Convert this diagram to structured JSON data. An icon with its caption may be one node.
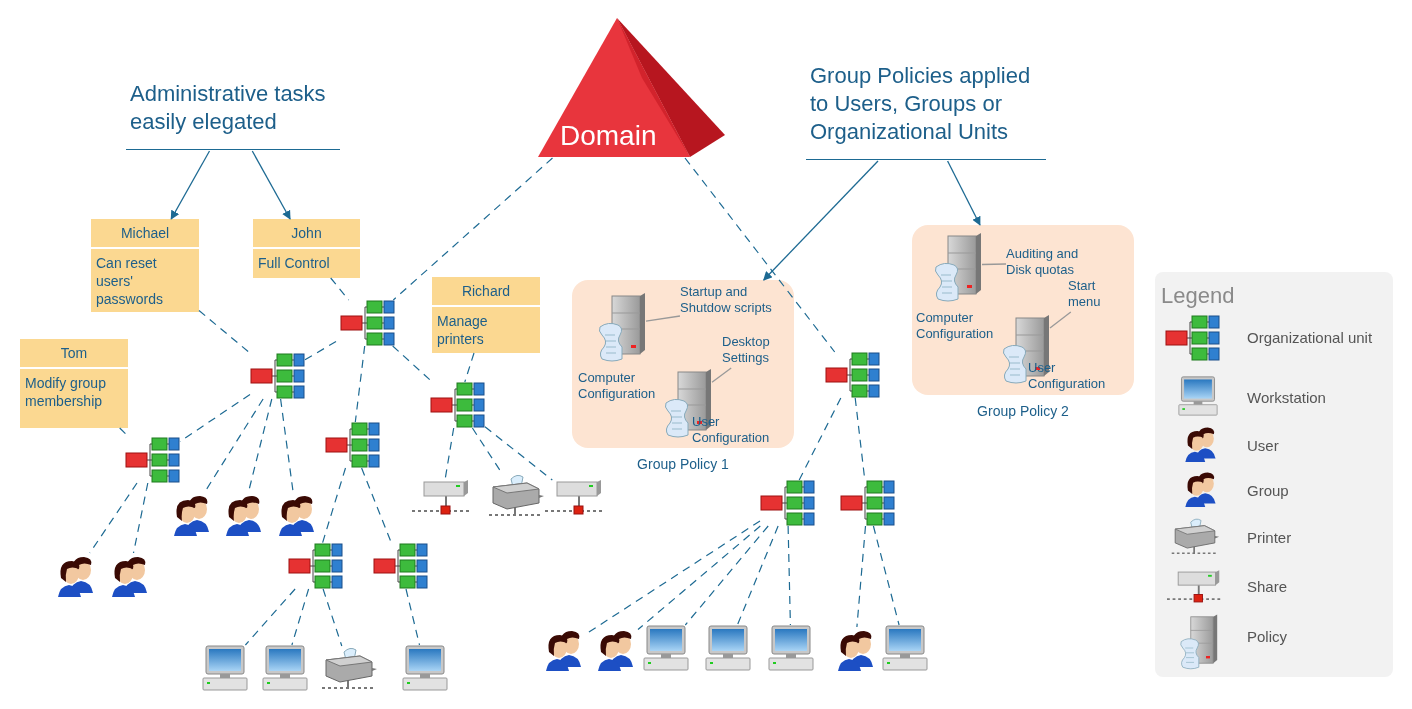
{
  "diagram": {
    "nodes": [
      {
        "text": [
          "Domain"
        ]
      },
      {
        "text": [
          "Administrative tasks easily elegated"
        ]
      },
      {
        "text": [
          "Group Policies applied to Users, Groups or Organizational Units"
        ]
      },
      {
        "text": [
          "Michael",
          "Can reset users' passwords"
        ]
      },
      {
        "text": [
          "John",
          "Full Control"
        ]
      },
      {
        "text": [
          "Richard",
          "Manage printers"
        ]
      },
      {
        "text": [
          "Tom",
          "Modify group membership"
        ]
      },
      {
        "text": [
          "Group Policy 1"
        ]
      },
      {
        "text": [
          "Computer Configuration"
        ],
        "in": 7
      },
      {
        "text": [
          "Startup and Shutdow scripts"
        ],
        "in": 7
      },
      {
        "text": [
          "User Configuration"
        ],
        "in": 7
      },
      {
        "text": [
          "Desktop Settings"
        ],
        "in": 7
      },
      {
        "text": [
          "Group Policy 2"
        ]
      },
      {
        "text": [
          "Computer Configuration"
        ],
        "in": 12
      },
      {
        "text": [
          "Auditing and Disk quotas"
        ],
        "in": 12
      },
      {
        "text": [
          "User Configuration"
        ],
        "in": 12
      },
      {
        "text": [
          "Start menu"
        ],
        "in": 12
      },
      {
        "text": [],
        "shape": "picture"
      },
      {
        "text": [],
        "shape": "picture"
      },
      {
        "text": [],
        "shape": "picture"
      },
      {
        "text": [],
        "shape": "picture"
      },
      {
        "text": [],
        "shape": "picture"
      },
      {
        "text": [],
        "shape": "picture"
      },
      {
        "text": [],
        "shape": "picture"
      },
      {
        "text": [],
        "shape": "picture"
      },
      {
        "text": [],
        "shape": "picture"
      },
      {
        "text": [],
        "shape": "picture"
      },
      {
        "text": [],
        "shape": "picture"
      },
      {
        "text": [],
        "shape": "picture"
      },
      {
        "text": [],
        "shape": "picture"
      },
      {
        "text": [],
        "shape": "picture"
      },
      {
        "text": [],
        "shape": "picture"
      },
      {
        "text": [],
        "shape": "picture"
      },
      {
        "text": [],
        "shape": "picture"
      },
      {
        "text": [],
        "shape": "picture"
      },
      {
        "text": [],
        "shape": "picture"
      },
      {
        "text": [],
        "shape": "picture"
      },
      {
        "text": [],
        "shape": "picture"
      },
      {
        "text": [],
        "shape": "picture"
      },
      {
        "text": [],
        "shape": "picture"
      },
      {
        "text": [],
        "shape": "picture"
      },
      {
        "text": [],
        "shape": "picture"
      },
      {
        "text": [],
        "shape": "picture"
      },
      {
        "text": [],
        "shape": "picture"
      },
      {
        "text": [],
        "shape": "picture"
      },
      {
        "text": [],
        "shape": "picture"
      }
    ],
    "edges": [
      {
        "from": 1,
        "to": 3,
        "arrow": "to"
      },
      {
        "from": 1,
        "to": 4,
        "arrow": "to"
      },
      {
        "from": 2,
        "to": 7,
        "arrow": "to"
      },
      {
        "from": 2,
        "to": 12,
        "arrow": "to"
      },
      {
        "from": 9,
        "to": 8,
        "arrow": "none",
        "color": "#999999"
      },
      {
        "from": 11,
        "to": 10,
        "arrow": "none",
        "color": "#999999"
      },
      {
        "from": 14,
        "to": 13,
        "arrow": "none",
        "color": "#999999"
      },
      {
        "from": 16,
        "to": 15,
        "arrow": "none",
        "color": "#999999"
      },
      {
        "from": 0,
        "to": 17,
        "arrow": "none",
        "style": "dashed"
      },
      {
        "from": 0,
        "to": 24,
        "arrow": "none",
        "style": "dashed"
      },
      {
        "from": 3,
        "to": 18,
        "arrow": "none",
        "style": "dashed"
      },
      {
        "from": 4,
        "to": 17,
        "arrow": "none",
        "style": "dashed"
      },
      {
        "from": 18,
        "to": 17,
        "arrow": "none",
        "style": "dashed"
      },
      {
        "from": 6,
        "to": 19,
        "arrow": "none",
        "style": "dashed"
      },
      {
        "from": 18,
        "to": 19,
        "arrow": "none",
        "style": "dashed"
      },
      {
        "from": 18,
        "to": 29,
        "arrow": "none",
        "style": "dashed"
      },
      {
        "from": 18,
        "to": 30,
        "arrow": "none",
        "style": "dashed"
      },
      {
        "from": 18,
        "to": 31,
        "arrow": "none",
        "style": "dashed"
      },
      {
        "from": 19,
        "to": 27,
        "arrow": "none",
        "style": "dashed"
      },
      {
        "from": 19,
        "to": 28,
        "arrow": "none",
        "style": "dashed"
      },
      {
        "from": 17,
        "to": 20,
        "arrow": "none",
        "style": "dashed"
      },
      {
        "from": 17,
        "to": 21,
        "arrow": "none",
        "style": "dashed"
      },
      {
        "from": 5,
        "to": 21,
        "arrow": "none",
        "style": "dashed"
      },
      {
        "from": 21,
        "to": 32,
        "arrow": "none",
        "style": "dashed"
      },
      {
        "from": 21,
        "to": 33,
        "arrow": "none",
        "style": "dashed"
      },
      {
        "from": 21,
        "to": 34,
        "arrow": "none",
        "style": "dashed"
      },
      {
        "from": 20,
        "to": 22,
        "arrow": "none",
        "style": "dashed"
      },
      {
        "from": 20,
        "to": 23,
        "arrow": "none",
        "style": "dashed"
      },
      {
        "from": 22,
        "to": 35,
        "arrow": "none",
        "style": "dashed"
      },
      {
        "from": 22,
        "to": 36,
        "arrow": "none",
        "style": "dashed"
      },
      {
        "from": 22,
        "to": 37,
        "arrow": "none",
        "style": "dashed"
      },
      {
        "from": 23,
        "to": 38,
        "arrow": "none",
        "style": "dashed"
      },
      {
        "from": 24,
        "to": 25,
        "arrow": "none",
        "style": "dashed"
      },
      {
        "from": 24,
        "to": 26,
        "arrow": "none",
        "style": "dashed"
      },
      {
        "from": 25,
        "to": 39,
        "arrow": "none",
        "style": "dashed"
      },
      {
        "from": 25,
        "to": 40,
        "arrow": "none",
        "style": "dashed"
      },
      {
        "from": 25,
        "to": 41,
        "arrow": "none",
        "style": "dashed"
      },
      {
        "from": 25,
        "to": 42,
        "arrow": "none",
        "style": "dashed"
      },
      {
        "from": 25,
        "to": 43,
        "arrow": "none",
        "style": "dashed"
      },
      {
        "from": 26,
        "to": 44,
        "arrow": "none",
        "style": "dashed"
      },
      {
        "from": 26,
        "to": 45,
        "arrow": "none",
        "style": "dashed"
      }
    ],
    "labels": [
      "Legend"
    ],
    "legend": [
      {
        "text": "Organizational unit"
      },
      {
        "text": "Workstation"
      },
      {
        "text": "User"
      },
      {
        "text": "Group"
      },
      {
        "text": "Printer"
      },
      {
        "text": "Share"
      },
      {
        "text": "Policy"
      }
    ]
  }
}
